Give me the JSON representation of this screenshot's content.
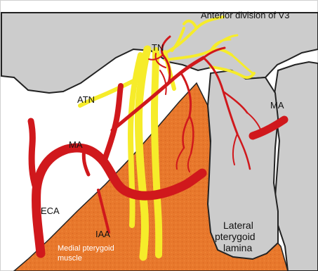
{
  "diagram": {
    "labels": {
      "anterior_division": "Anterior division of V3",
      "tn": "TN",
      "atn": "ATN",
      "ma_left": "MA",
      "ma_right": "MA",
      "eca": "ECA",
      "iaa": "IAA",
      "medial_pterygoid_line1": "Medial pterygoid",
      "medial_pterygoid_line2": "muscle",
      "lateral_pterygoid_line1": "Lateral",
      "lateral_pterygoid_line2": "pterygoid",
      "lateral_pterygoid_line3": "lamina"
    },
    "colors": {
      "bone": "#cccccc",
      "muscle": "#e8782c",
      "artery": "#d0181c",
      "nerve": "#f6ec2a",
      "outline": "#222222"
    }
  }
}
